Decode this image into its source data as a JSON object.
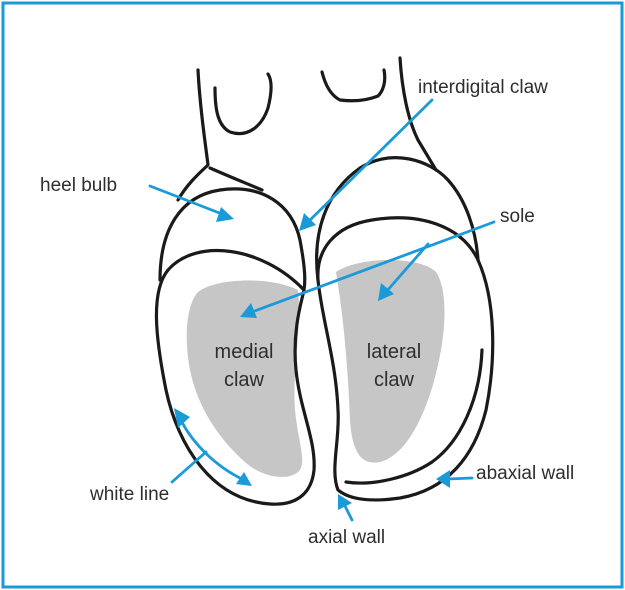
{
  "colors": {
    "frame": "#1a9ad6",
    "pointer": "#1a9ad6",
    "sole_fill": "#c6c6c6",
    "outline": "#1a1a1a",
    "text": "#2e2e2e"
  },
  "labels": {
    "interdigital_claw": "interdigital claw",
    "heel_bulb": "heel bulb",
    "sole": "sole",
    "medial_claw_line1": "medial",
    "medial_claw_line2": "claw",
    "lateral_claw_line1": "lateral",
    "lateral_claw_line2": "claw",
    "white_line": "white line",
    "abaxial_wall": "abaxial wall",
    "axial_wall": "axial wall"
  }
}
